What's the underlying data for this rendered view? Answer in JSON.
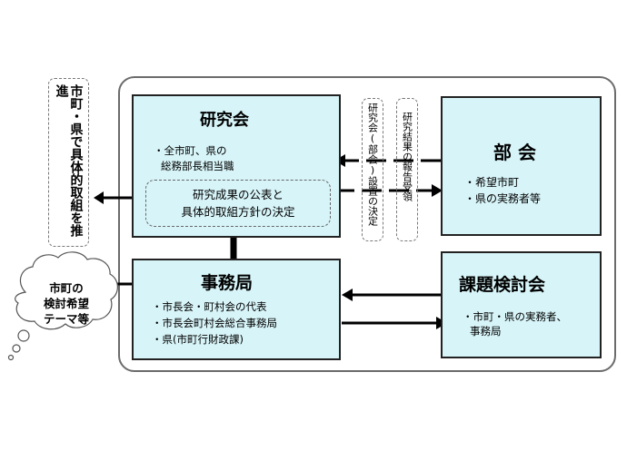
{
  "left_note": "市町・県で具体的取組を推進",
  "kenkyukai": {
    "title": "研究会",
    "members_1": "・全市町、県の",
    "members_2": "総務部長相当職",
    "decision_1": "研究成果の公表と",
    "decision_2": "具体的取組方針の決定"
  },
  "bukai": {
    "title": "部 会",
    "line_1": "・希望市町",
    "line_2": "・県の実務者等"
  },
  "arrow_label_1": "研究会(部会)設置の決定",
  "arrow_label_2": "研究結果の報告受領",
  "jimukyoku": {
    "title": "事務局",
    "line_1": "・市長会・町村会の代表",
    "line_2": "・市長会町村会総合事務局",
    "line_3": "・県(市町行財政課)"
  },
  "kadai": {
    "title": "課題検討会",
    "line_1": "・市町・県の実務者、",
    "line_2": "事務局"
  },
  "thought": {
    "line_1": "市町の",
    "line_2": "検討希望",
    "line_3": "テーマ等"
  }
}
